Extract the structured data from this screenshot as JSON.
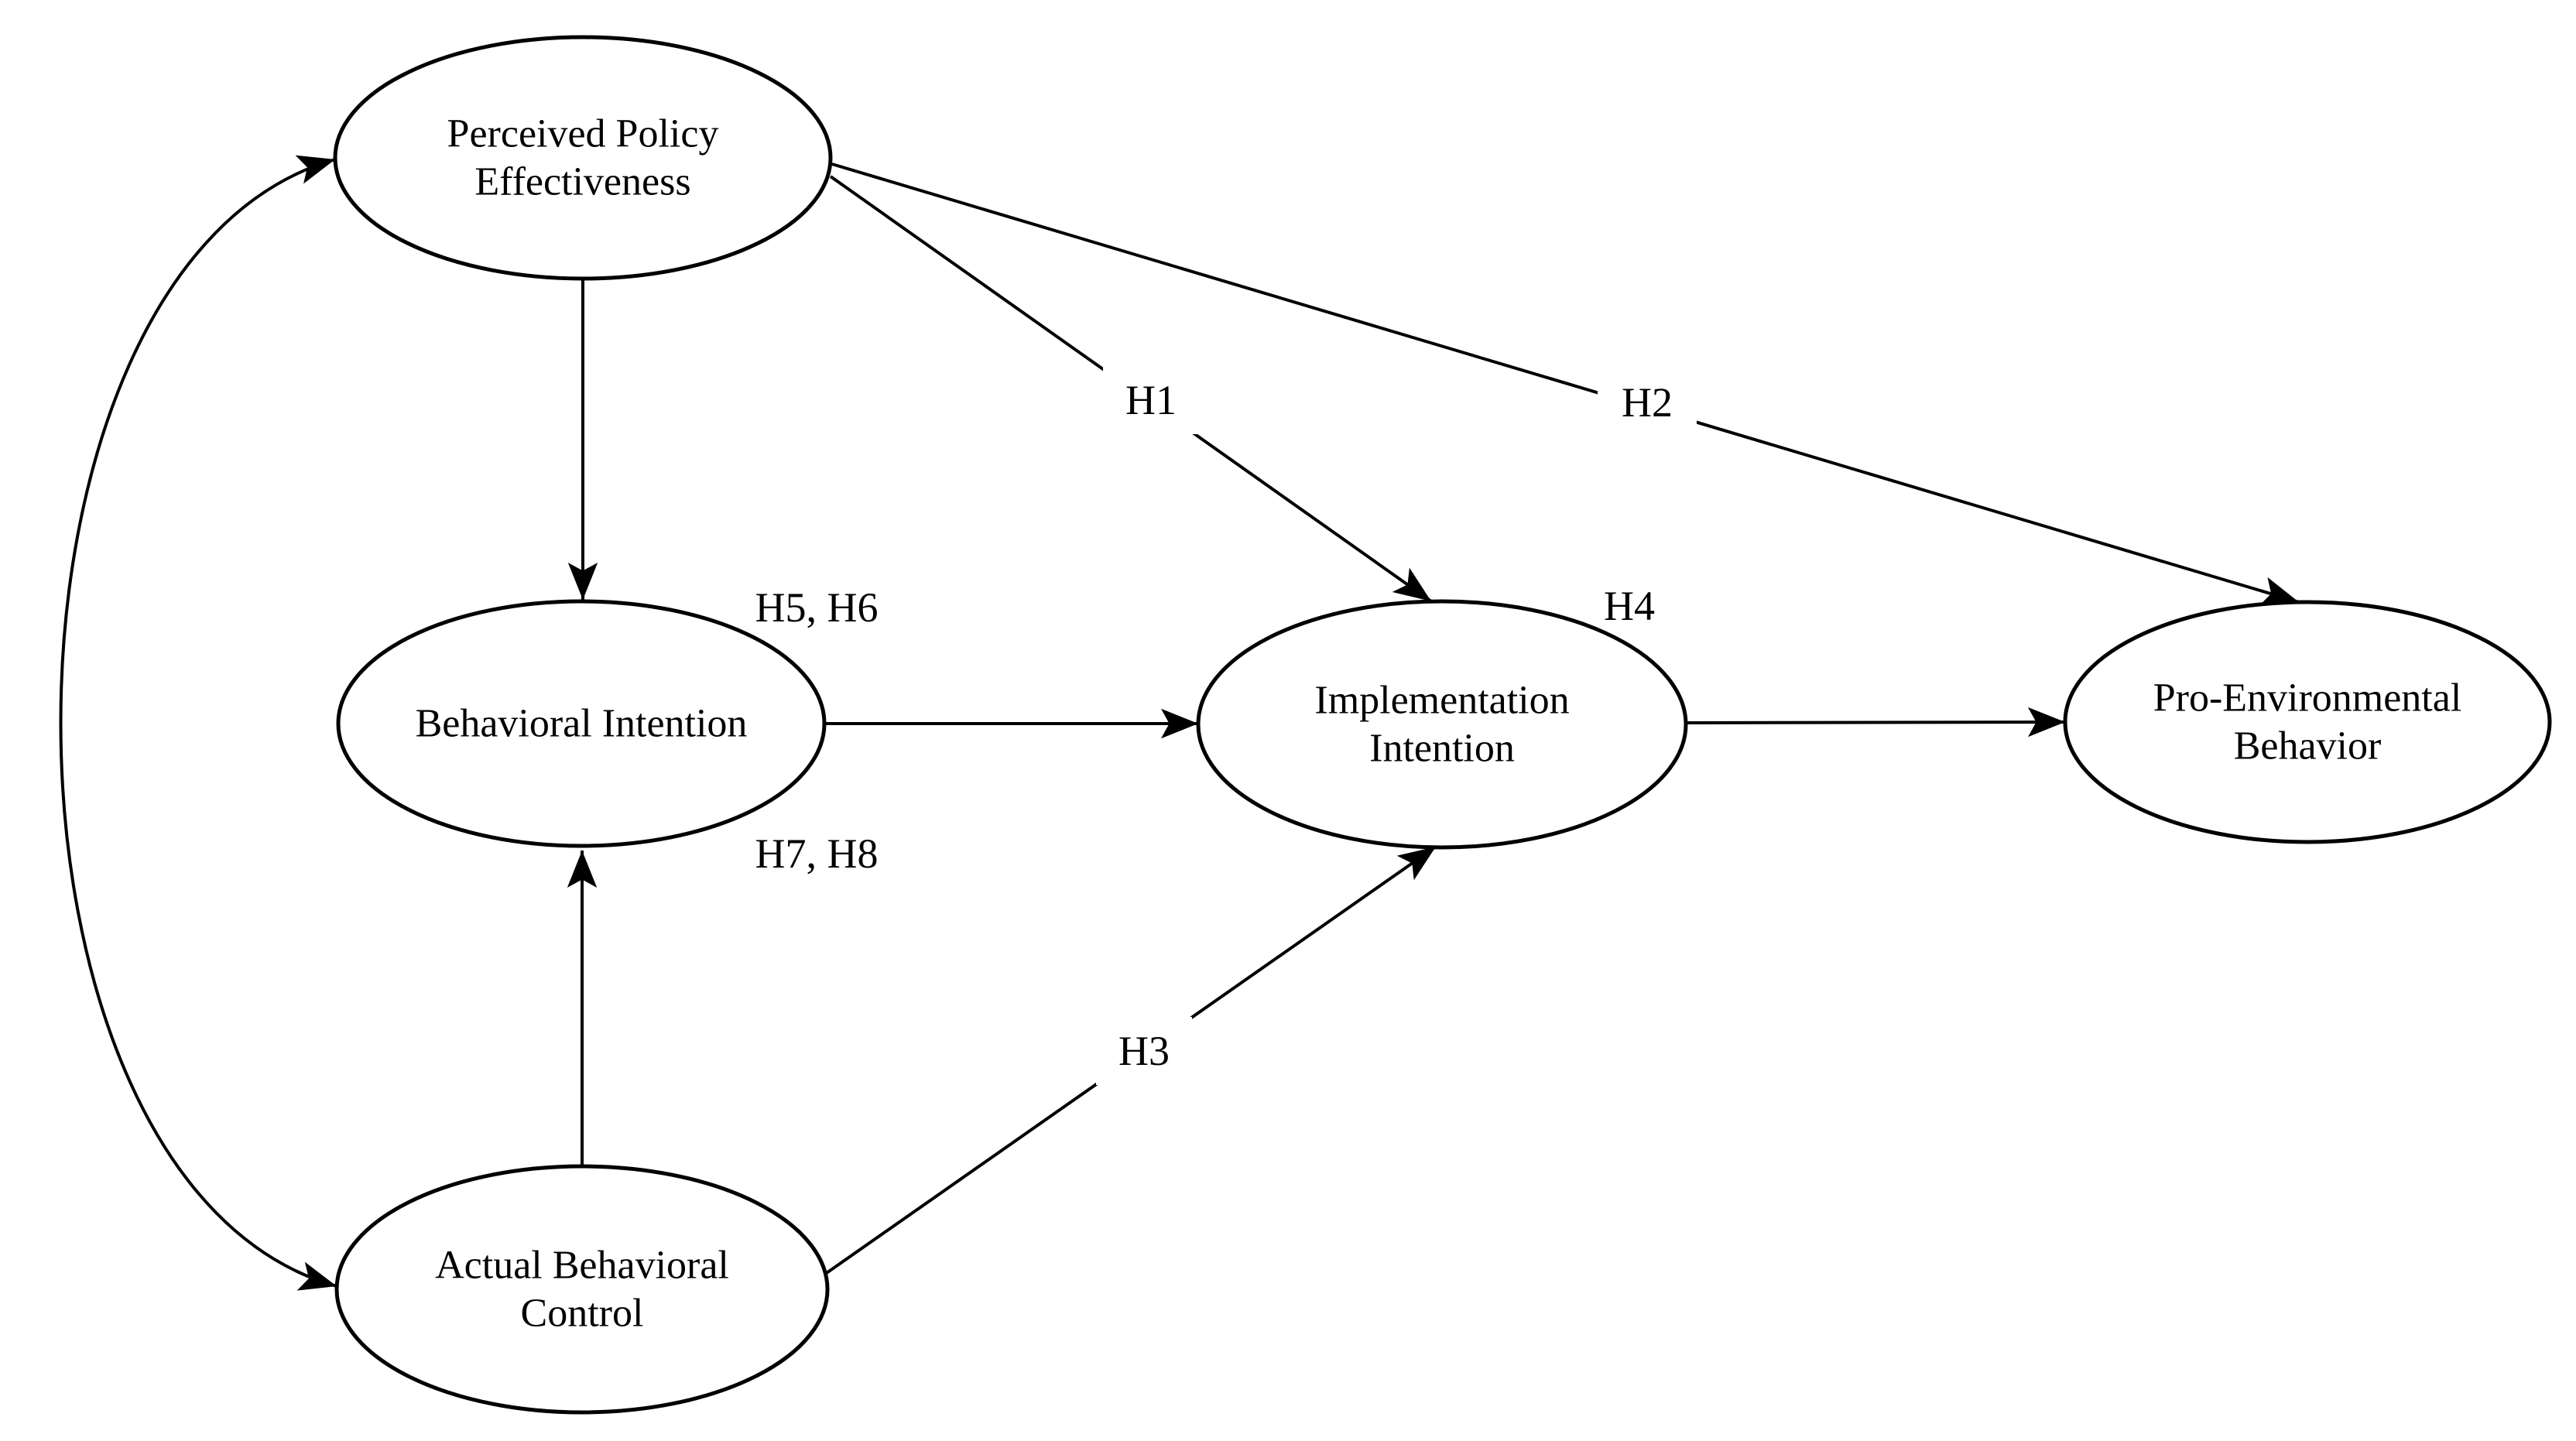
{
  "figure": {
    "type": "path-model-diagram",
    "background_color": "#ffffff",
    "stroke_color": "#000000",
    "text_color": "#000000"
  },
  "nodes": [
    {
      "id": "perceived-policy-effectiveness",
      "shape": "ellipse",
      "lines": [
        "Perceived Policy",
        "Effectiveness"
      ]
    },
    {
      "id": "behavioral-intention",
      "shape": "ellipse",
      "lines": [
        "Behavioral Intention",
        ""
      ]
    },
    {
      "id": "actual-behavioral-control",
      "shape": "ellipse",
      "lines": [
        "Actual Behavioral",
        "Control"
      ]
    },
    {
      "id": "implementation-intention",
      "shape": "ellipse",
      "lines": [
        "Implementation",
        "Intention"
      ]
    },
    {
      "id": "pro-environmental-behavior",
      "shape": "ellipse",
      "lines": [
        "Pro-Environmental",
        "Behavior"
      ]
    }
  ],
  "edges": [
    {
      "from": "Perceived Policy Effectiveness",
      "to": "Behavioral Intention",
      "arrow": "single"
    },
    {
      "from": "Actual Behavioral Control",
      "to": "Behavioral Intention",
      "arrow": "single"
    },
    {
      "from": "Behavioral Intention",
      "to": "Implementation Intention",
      "arrow": "single"
    },
    {
      "from": "Implementation Intention",
      "to": "Pro-Environmental Behavior",
      "arrow": "single"
    },
    {
      "from": "Perceived Policy Effectiveness",
      "to": "Implementation Intention",
      "arrow": "single",
      "label": "H1"
    },
    {
      "from": "Perceived Policy Effectiveness",
      "to": "Pro-Environmental Behavior",
      "arrow": "single",
      "label": "H2"
    },
    {
      "from": "Actual Behavioral Control",
      "to": "Implementation Intention",
      "arrow": "single",
      "label": "H3"
    },
    {
      "from": "Perceived Policy Effectiveness",
      "to": "Actual Behavioral Control",
      "arrow": "double-curved"
    }
  ],
  "annotations": [
    {
      "id": "h1",
      "text": "H1"
    },
    {
      "id": "h2",
      "text": "H2"
    },
    {
      "id": "h3",
      "text": "H3"
    },
    {
      "id": "h4",
      "text": "H4"
    },
    {
      "id": "h5-h6",
      "text": "H5, H6"
    },
    {
      "id": "h7-h8",
      "text": "H7, H8"
    }
  ]
}
